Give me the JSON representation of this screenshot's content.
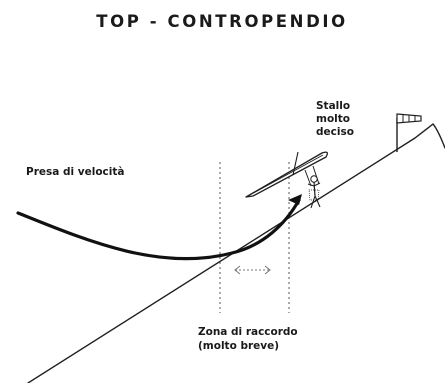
{
  "title": "TOP - CONTROPENDIO",
  "labels": {
    "speed": "Presa di velocità",
    "stall_line1": "Stallo",
    "stall_line2": "molto",
    "stall_line3": "deciso",
    "transition_line1": "Zona di raccordo",
    "transition_line2": "(molto breve)"
  },
  "colors": {
    "ink": "#1a1a1a",
    "dash": "#555555",
    "windsock": "#c0392b"
  }
}
